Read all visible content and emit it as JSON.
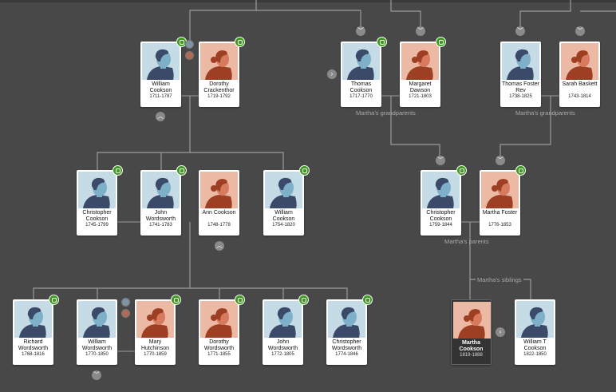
{
  "colors": {
    "background": "#484848",
    "male_bg": "#c5dbe6",
    "female_bg": "#ebb9a4",
    "hint": "#3d9a1e"
  },
  "people": [
    {
      "name": "William Cookson",
      "dates": "1711-1787",
      "sex": "m",
      "hint": true
    },
    {
      "name": "Dorothy Crackenthor",
      "dates": "1719-1792",
      "sex": "f",
      "hint": true
    },
    {
      "name": "Thomas Cookson",
      "dates": "1717-1770",
      "sex": "m",
      "hint": true
    },
    {
      "name": "Margaret Dawson",
      "dates": "1721-1803",
      "sex": "f",
      "hint": true
    },
    {
      "name": "Thomas Foster Rev",
      "dates": "1738-1825",
      "sex": "m",
      "hint": false
    },
    {
      "name": "Sarah Baskett",
      "dates": "1743-1814",
      "sex": "f",
      "hint": false
    },
    {
      "name": "Christopher Cookson",
      "dates": "1745-1799",
      "sex": "m",
      "hint": true
    },
    {
      "name": "John Wordsworth",
      "dates": "1741-1783",
      "sex": "m",
      "hint": true
    },
    {
      "name": "Ann Cookson",
      "dates": "1748-1778",
      "sex": "f",
      "hint": false
    },
    {
      "name": "William Cookson",
      "dates": "1754-1820",
      "sex": "m",
      "hint": true
    },
    {
      "name": "Christopher Cookson",
      "dates": "1759-1844",
      "sex": "m",
      "hint": true
    },
    {
      "name": "Martha Foster",
      "dates": "1776-1853",
      "sex": "f",
      "hint": true
    },
    {
      "name": "Richard Wordsworth",
      "dates": "1768-1816",
      "sex": "m",
      "hint": true
    },
    {
      "name": "William Wordsworth",
      "dates": "1770-1850",
      "sex": "m",
      "hint": false
    },
    {
      "name": "Mary Hutchinson",
      "dates": "1770-1859",
      "sex": "f",
      "hint": true
    },
    {
      "name": "Dorothy Wordsworth",
      "dates": "1771-1855",
      "sex": "f",
      "hint": true
    },
    {
      "name": "John Wordsworth",
      "dates": "1772-1805",
      "sex": "m",
      "hint": true
    },
    {
      "name": "Christopher Wordsworth",
      "dates": "1774-1846",
      "sex": "m",
      "hint": true
    },
    {
      "name": "Martha Cookson",
      "dates": "1819-1888",
      "sex": "f",
      "hint": false,
      "focus": true
    },
    {
      "name": "William T Cookson",
      "dates": "1822-1850",
      "sex": "m",
      "hint": false
    }
  ],
  "labels": {
    "grandparents_1": "Martha's grandparents",
    "grandparents_2": "Martha's grandparents",
    "parents": "Martha's parents",
    "siblings": "Martha's siblings"
  }
}
